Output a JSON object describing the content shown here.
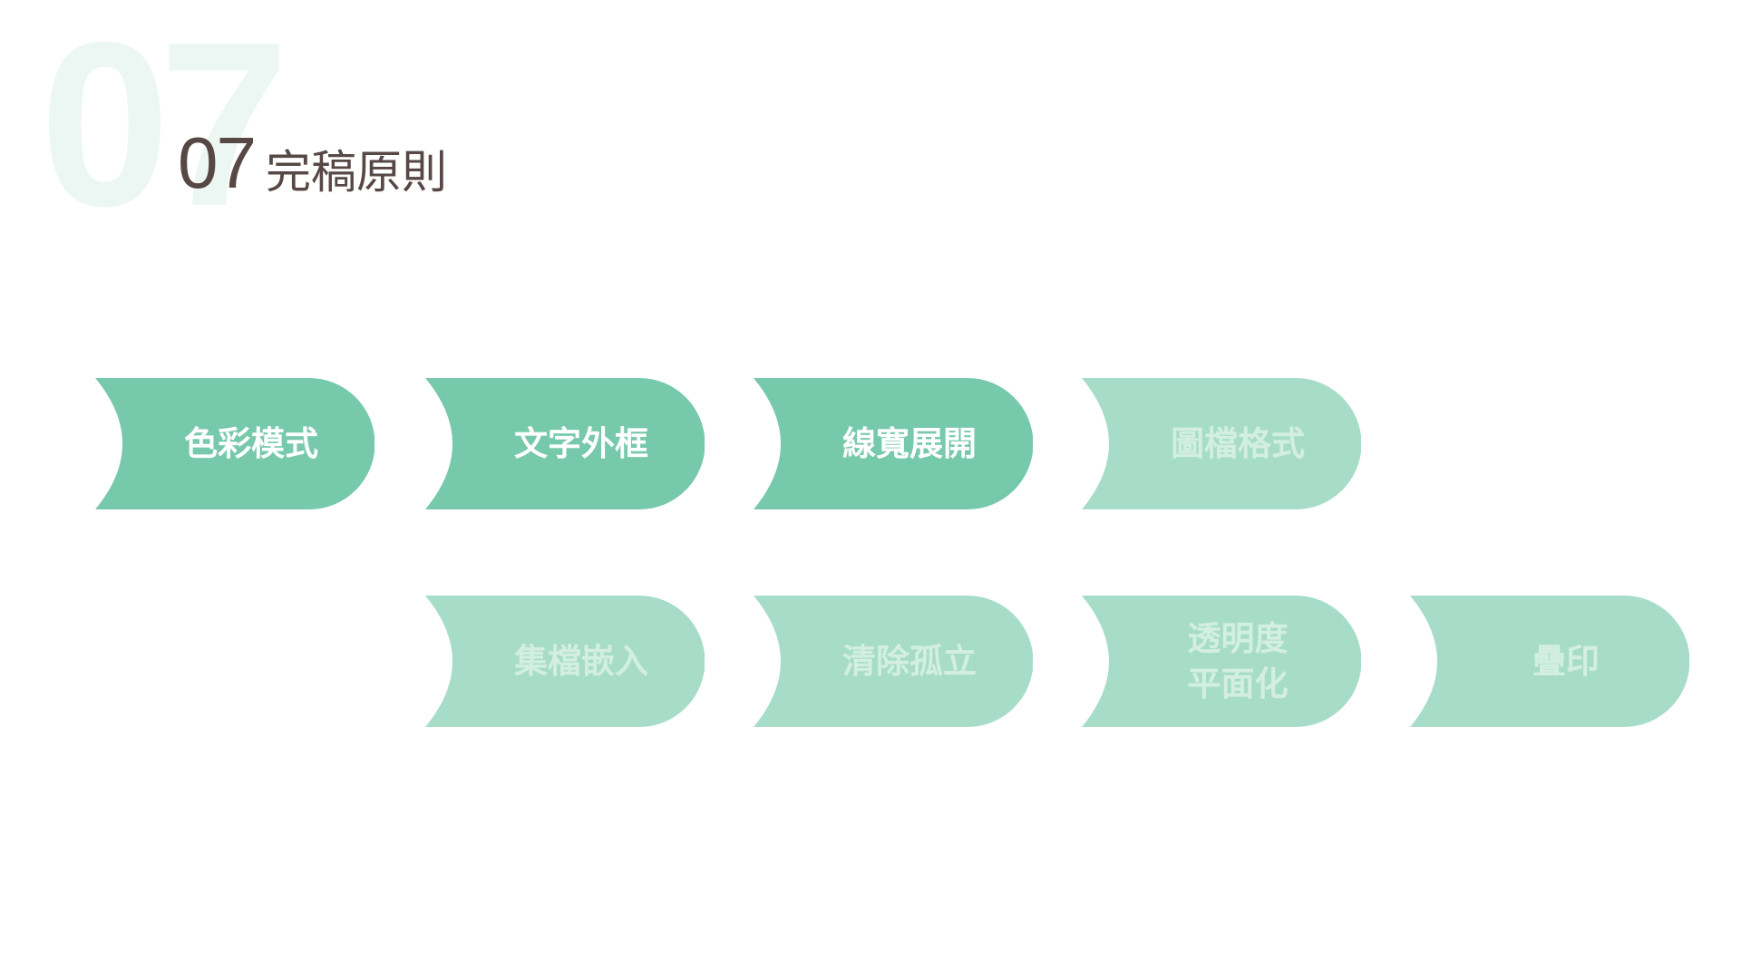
{
  "header": {
    "background_number": "07",
    "number": "07",
    "title": "完稿原則"
  },
  "colors": {
    "active": "#76C9AB",
    "inactive": "#A7DDC8",
    "active_text": "#FFFFFF",
    "inactive_text": "#D3EEE3",
    "title_text": "#574845",
    "watermark": "#ECF6F2"
  },
  "steps": [
    {
      "label": "色彩模式",
      "state": "active"
    },
    {
      "label": "文字外框",
      "state": "active"
    },
    {
      "label": "線寬展開",
      "state": "active"
    },
    {
      "label": "圖檔格式",
      "state": "inactive"
    },
    {
      "label": "集檔嵌入",
      "state": "inactive"
    },
    {
      "label": "清除孤立",
      "state": "inactive"
    },
    {
      "label": "透明度\n平面化",
      "state": "inactive"
    },
    {
      "label": "疊印",
      "state": "inactive"
    }
  ]
}
